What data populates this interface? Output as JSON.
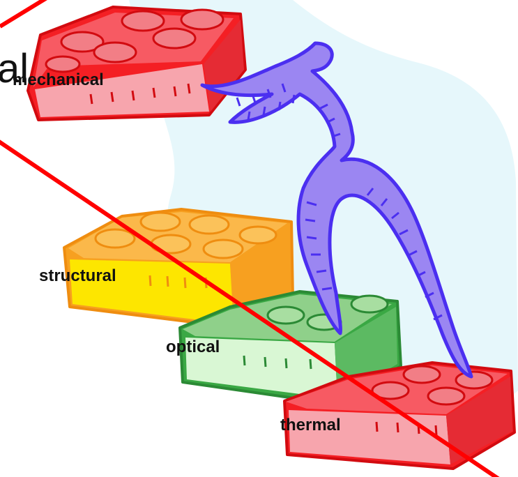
{
  "labels": {
    "mechanical": "mechanical",
    "structural": "structural",
    "optical": "optical",
    "thermal": "thermal",
    "cutoff_fragment": "al"
  },
  "colors": {
    "background_blob": "#e6f7fb",
    "brick_red": "#f41f24",
    "brick_red_light": "#f7a5ad",
    "brick_orange": "#f7a020",
    "brick_yellow": "#fde600",
    "brick_green": "#3aa844",
    "brick_green_light": "#d9f7d4",
    "creature": "#9b86f2",
    "creature_outline": "#4b2ff0",
    "strike_line": "#ff0000"
  }
}
